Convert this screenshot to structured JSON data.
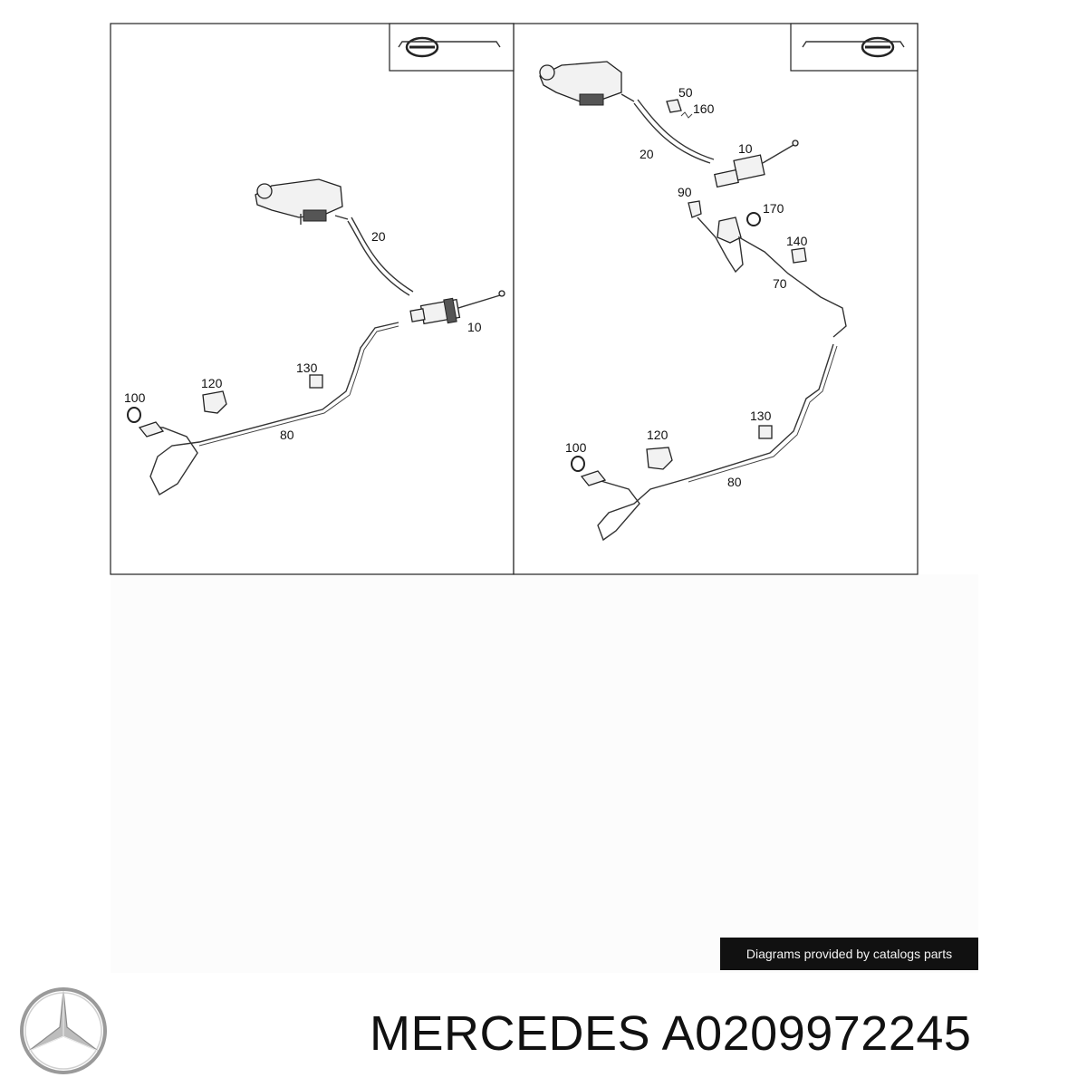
{
  "left_panel": {
    "labels": [
      "20",
      "10",
      "130",
      "120",
      "100",
      "80"
    ]
  },
  "right_panel": {
    "labels": [
      "50",
      "160",
      "20",
      "10",
      "90",
      "170",
      "140",
      "70",
      "130",
      "120",
      "100",
      "80"
    ]
  },
  "watermark": "Diagrams provided by catalogs parts",
  "footer": {
    "brand": "MERCEDES",
    "part_number": "A0209972245",
    "logo": "mercedes-star-logo"
  }
}
